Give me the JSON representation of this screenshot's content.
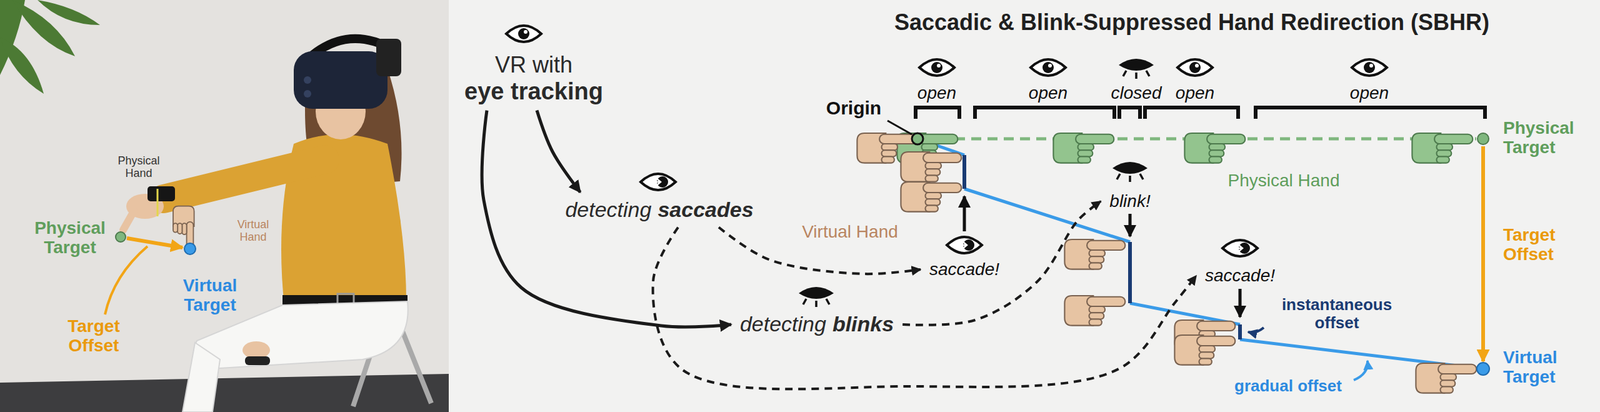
{
  "diagram": {
    "title": "Saccadic & Blink-Suppressed Hand Redirection (SBHR)",
    "nodes": [
      {
        "text": [
          "VR with",
          "eye tracking"
        ]
      },
      {
        "text": [
          "detecting",
          "saccades"
        ]
      },
      {
        "text": [
          "detecting",
          "blinks"
        ]
      },
      {
        "text": [
          "saccade!"
        ]
      },
      {
        "text": [
          "blink!"
        ]
      },
      {
        "text": [
          "saccade!"
        ]
      }
    ],
    "edges": [
      {
        "from": 0,
        "to": 1,
        "arrow": "to"
      },
      {
        "from": 0,
        "to": 2,
        "arrow": "to"
      },
      {
        "from": 1,
        "to": 3,
        "arrow": "to"
      },
      {
        "from": 2,
        "to": 4,
        "arrow": "to"
      },
      {
        "from": 1,
        "to": 5,
        "arrow": "to"
      }
    ],
    "labels": [
      "open",
      "open",
      "closed",
      "open",
      "open",
      "Origin",
      "Physical Hand",
      "Virtual Hand",
      "instantaneous offset",
      "gradual offset",
      "Physical Target",
      "Target Offset",
      "Virtual Target",
      "Physical Hand",
      "Physical Target",
      "Virtual Hand",
      "Virtual Target",
      "Target Offset"
    ]
  }
}
